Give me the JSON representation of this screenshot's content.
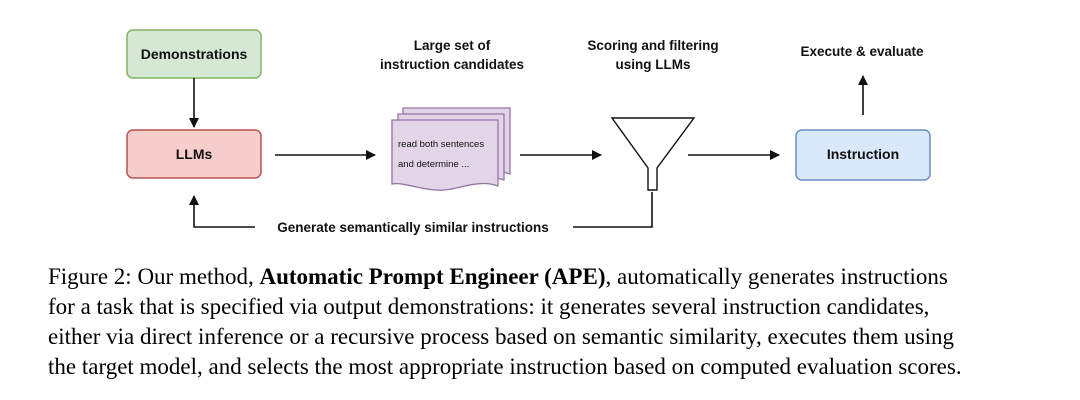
{
  "diagram": {
    "demonstrations": "Demonstrations",
    "llms": "LLMs",
    "candidates_title": [
      "Large set of",
      "instruction candidates"
    ],
    "candidate_text": [
      "read both sentences",
      "and determine ..."
    ],
    "scoring_title": [
      "Scoring and filtering",
      "using LLMs"
    ],
    "execute": "Execute & evaluate",
    "instruction": "Instruction",
    "feedback": "Generate semantically similar instructions",
    "colors": {
      "demo_fill": "#d5e8d4",
      "demo_stroke": "#82b366",
      "llm_fill": "#f8cecc",
      "llm_stroke": "#b85450",
      "doc_fill": "#e1d5e7",
      "doc_stroke": "#9673a6",
      "instr_fill": "#dae8fc",
      "instr_stroke": "#6c8ebf"
    }
  },
  "caption": {
    "line1_pre": "Figure 2: Our method, ",
    "line1_bold": "Automatic Prompt Engineer (APE)",
    "line1_post": ", automatically generates instructions",
    "line2": "for a task that is specified via output demonstrations: it generates several instruction candidates,",
    "line3": "either via direct inference or a recursive process based on semantic similarity, executes them using",
    "line4": "the target model, and selects the most appropriate instruction based on computed evaluation scores."
  }
}
